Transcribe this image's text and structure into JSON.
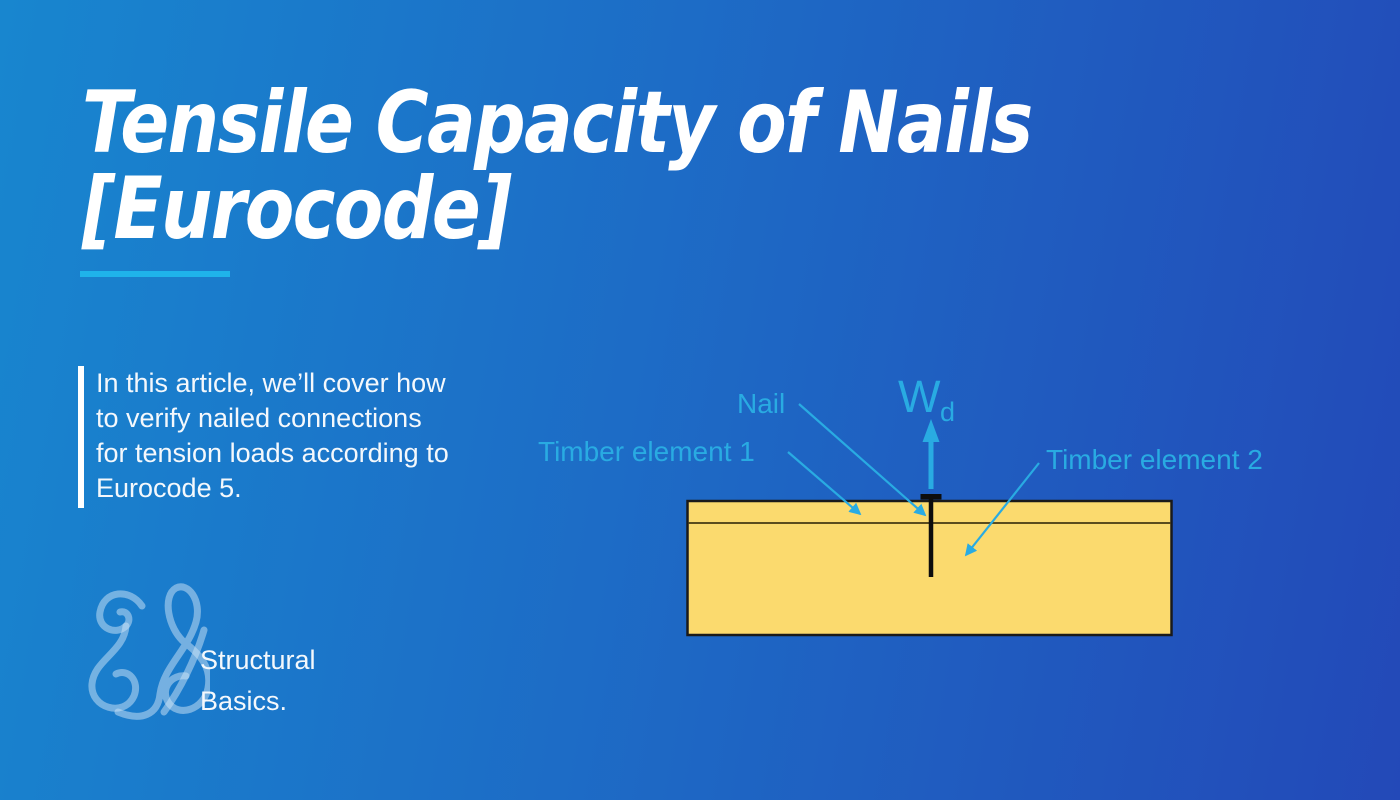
{
  "header": {
    "title_line1": "Tensile Capacity of Nails",
    "title_line2": "[Eurocode]"
  },
  "intro": {
    "lines": [
      "In this article, we’ll cover how",
      "to verify nailed connections",
      "for tension loads according to",
      "Eurocode 5."
    ]
  },
  "brand": {
    "logo_icon": "sb-script-monogram",
    "name_line1": "Structural",
    "name_line2": "Basics."
  },
  "diagram": {
    "labels": {
      "nail": "Nail",
      "timber_element_1": "Timber element 1",
      "timber_element_2": "Timber element 2"
    },
    "load": {
      "symbol": "W",
      "subscript": "d"
    }
  },
  "colors": {
    "background_left": "#1886CF",
    "background_mid": "#1D6CC6",
    "background_right": "#2349B8",
    "accent_underline": "#1FB3EA",
    "text_primary": "#FFFFFF",
    "text_soft": "#F4F8FC",
    "annotation": "#29ABE2",
    "timber_fill": "#FBDA6E",
    "timber_stroke": "#1A1A1A",
    "divider_stroke": "#433812",
    "nail_color": "#0D0D0D",
    "logo_stroke": "#CFE6F7"
  }
}
